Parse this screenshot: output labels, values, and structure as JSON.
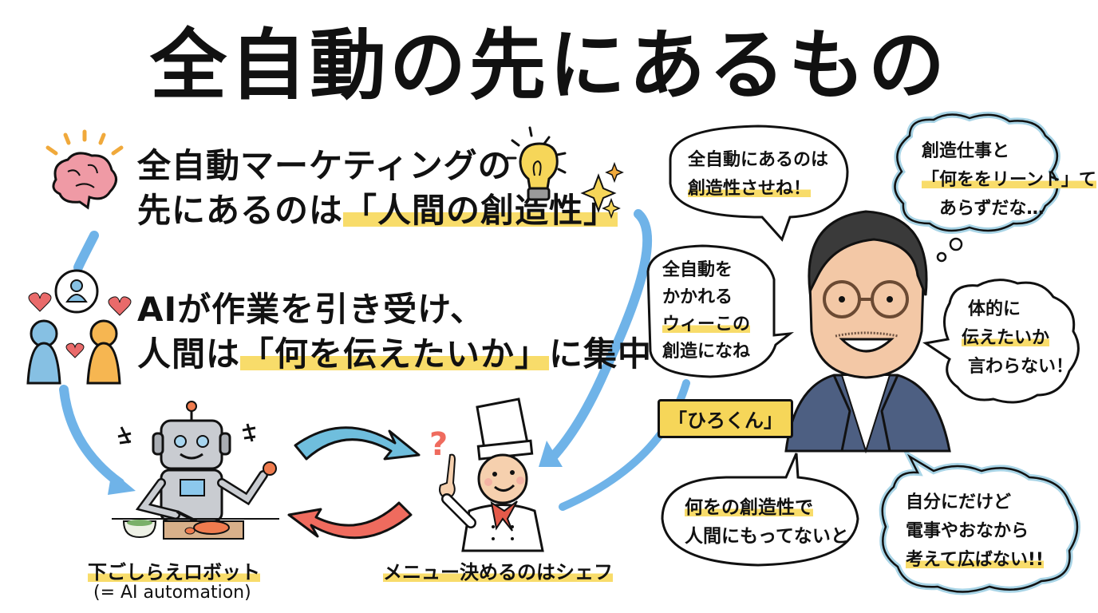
{
  "title": "全自動の先にあるもの",
  "left_section": {
    "headline_1": {
      "line1": "全自動マーケティングの",
      "line2_prefix": "先にあるのは",
      "line2_highlight": "「人間の創造性」"
    },
    "headline_2": {
      "line1": "AIが作業を引き受け、",
      "line2_prefix": "人間は",
      "line2_highlight": "「何を伝えたいか」",
      "line2_suffix": "に集中"
    },
    "robot_caption": "下ごしらえロボット",
    "robot_subcaption": "(= AI automation)",
    "chef_caption": "メニュー決めるのはシェフ"
  },
  "icons": {
    "brain": "brain-icon",
    "people": "people-icon",
    "lightbulb": "lightbulb-icon",
    "sparkles": "sparkle-icon",
    "robot": "robot-illustration",
    "chef": "chef-illustration",
    "cycle_arrows": "cycle-arrows-icon"
  },
  "right_section": {
    "name_tag": "「ひろくん」",
    "bubbles": [
      {
        "id": "top-left",
        "lines": [
          "全自動にあるのは",
          "創造性させね！"
        ],
        "highlight_line": 1
      },
      {
        "id": "top-right-thought",
        "lines": [
          "創造仕事と",
          "「何ををリーント」て",
          "あらずだな…"
        ],
        "highlight_line": 1
      },
      {
        "id": "mid-left",
        "lines": [
          "全自動を",
          "かかれる",
          "ウィーこの",
          "創造になね"
        ],
        "highlight_line": 2
      },
      {
        "id": "mid-right",
        "lines": [
          "体的に",
          "伝えたいか",
          "言わらない！"
        ],
        "highlight_line": 1
      },
      {
        "id": "bottom-left",
        "lines": [
          "何をの創造性で",
          "人間にもってないと"
        ],
        "highlight_line": 0
      },
      {
        "id": "bottom-right",
        "lines": [
          "自分にだけど",
          "電事やおなから",
          "考えて広ばない!!"
        ],
        "highlight_line": 2
      }
    ]
  },
  "colors": {
    "highlight": "#f8dc6a",
    "arrow_blue": "#6fb3e8",
    "arrow_red": "#ef6b5e",
    "jacket": "#4d5f82",
    "skin": "#f3c8a6",
    "name_tag": "#f6d659",
    "cloud_border": "#a8d4e6"
  }
}
